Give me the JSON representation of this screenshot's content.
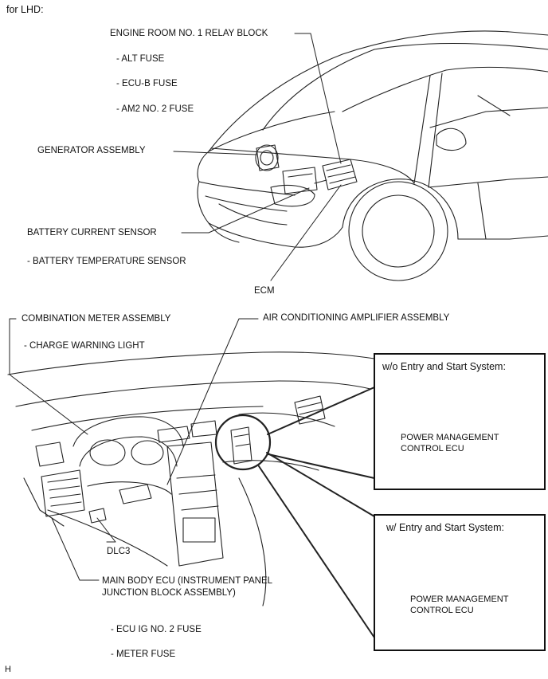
{
  "header": {
    "variant": "for LHD:"
  },
  "engine_bay": {
    "relay_block": "ENGINE ROOM NO. 1 RELAY BLOCK",
    "alt_fuse": "- ALT FUSE",
    "ecu_b_fuse": "- ECU-B FUSE",
    "am2_fuse": "- AM2 NO. 2 FUSE",
    "generator": "GENERATOR ASSEMBLY",
    "battery_sensor": "BATTERY CURRENT SENSOR",
    "battery_temp": "- BATTERY TEMPERATURE SENSOR",
    "ecm": "ECM"
  },
  "cabin": {
    "combination_meter": "COMBINATION METER ASSEMBLY",
    "charge_light": "- CHARGE WARNING LIGHT",
    "ac_amplifier": "AIR CONDITIONING AMPLIFIER ASSEMBLY",
    "dlc3": "DLC3",
    "main_body_ecu_1": "MAIN BODY ECU (INSTRUMENT PANEL",
    "main_body_ecu_2": "JUNCTION BLOCK ASSEMBLY)",
    "ecu_ig_fuse": "- ECU IG NO. 2 FUSE",
    "meter_fuse": "- METER FUSE"
  },
  "inset_without": {
    "title": "w/o Entry and Start System:",
    "part_1": "POWER MANAGEMENT",
    "part_2": "CONTROL ECU"
  },
  "inset_with": {
    "title": "w/ Entry and Start System:",
    "part_1": "POWER MANAGEMENT",
    "part_2": "CONTROL ECU"
  },
  "footer": {
    "code": "H"
  }
}
